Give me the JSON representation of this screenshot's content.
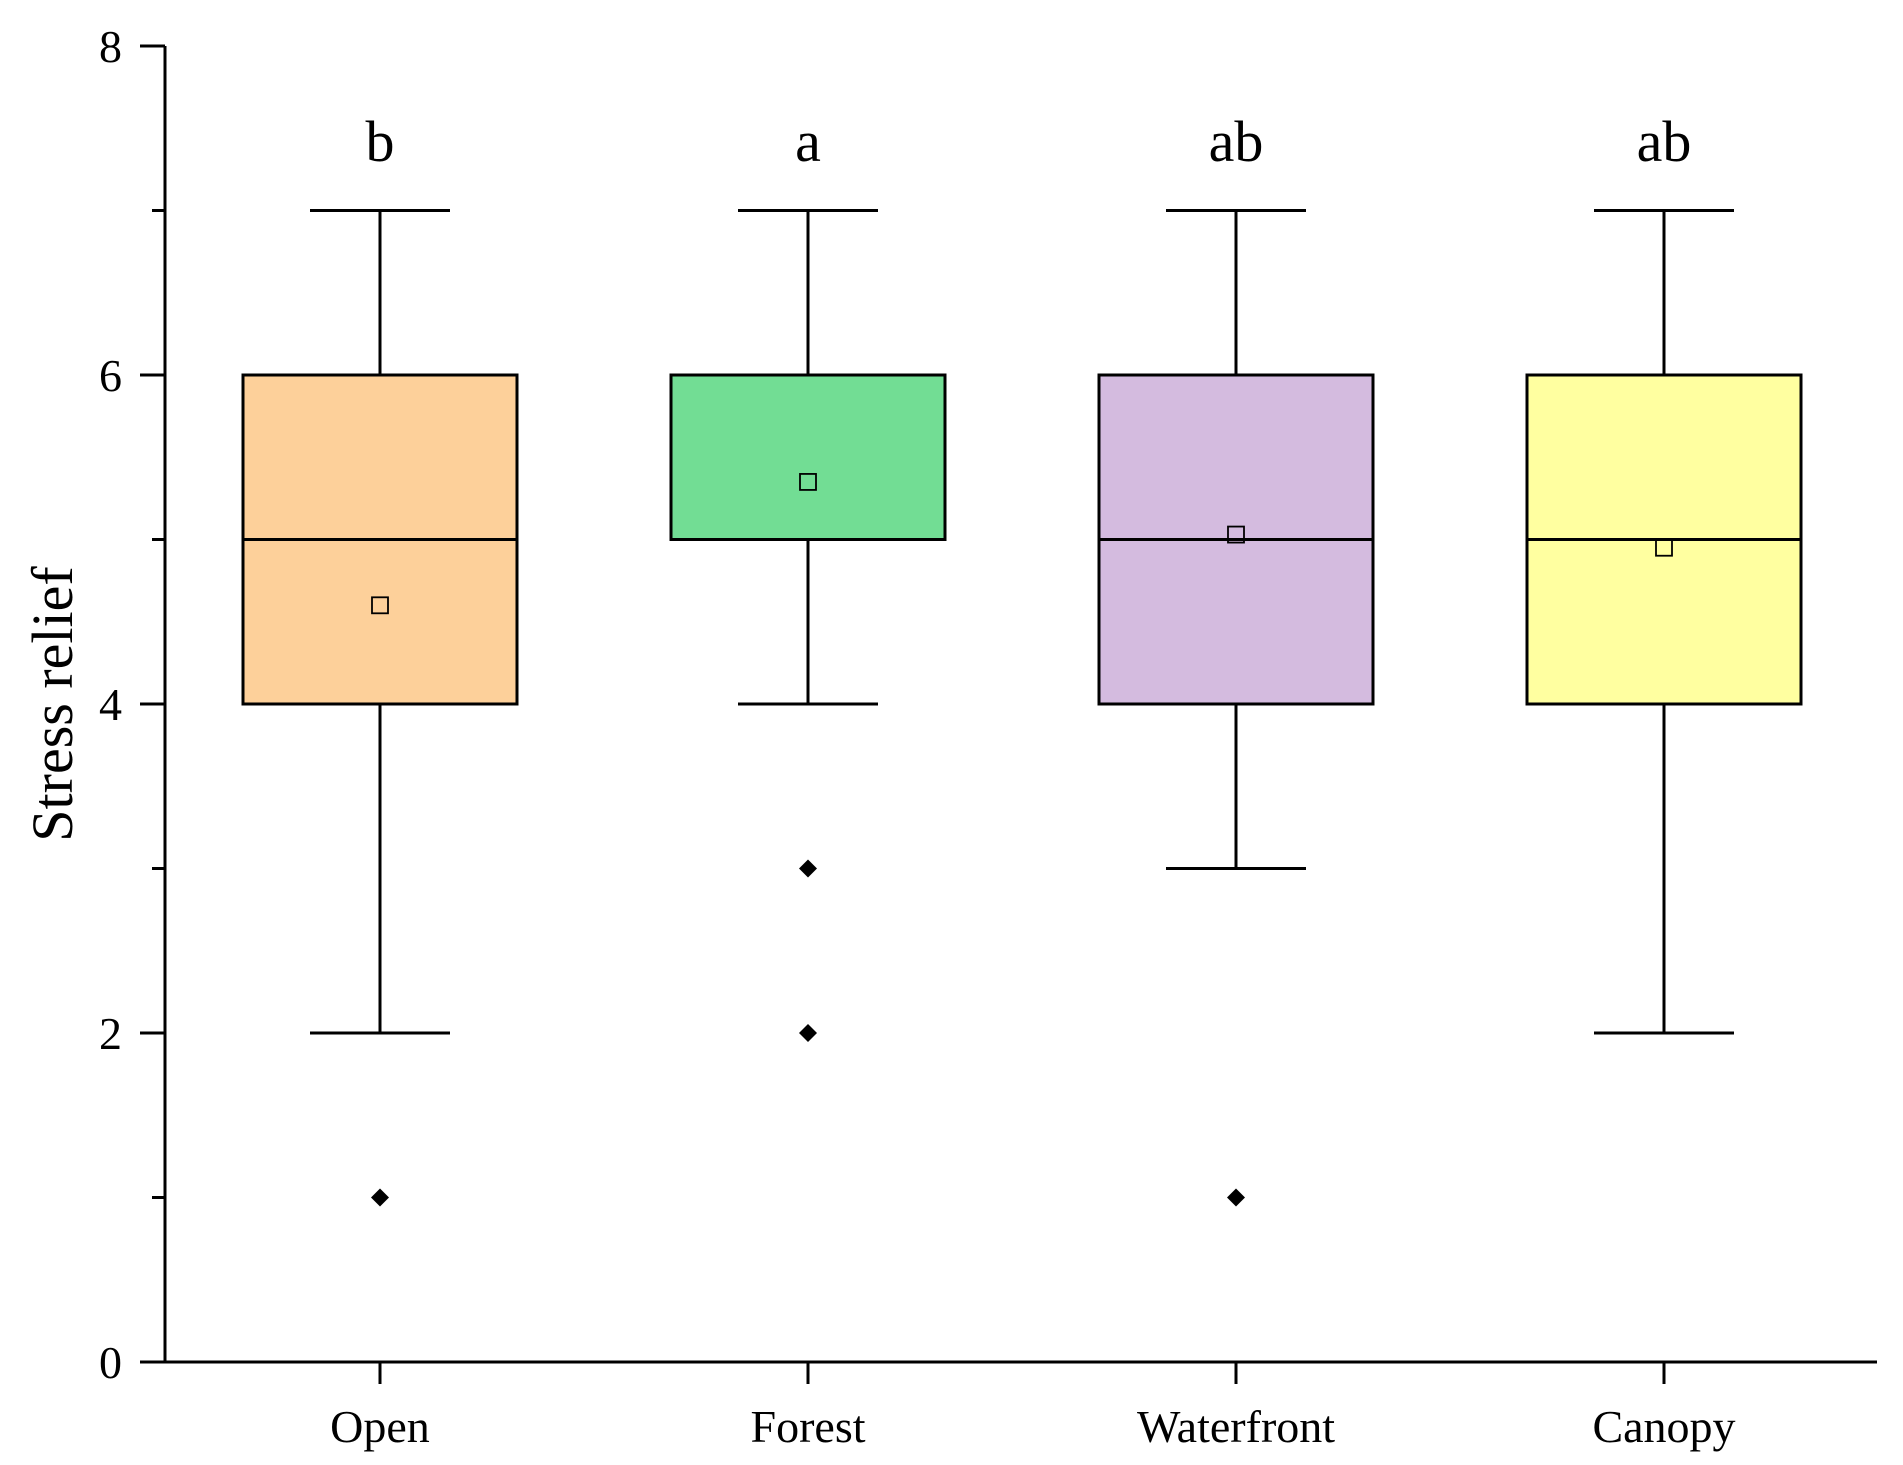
{
  "chart_data": {
    "type": "box",
    "ylabel": "Stress relief",
    "xlabel": "",
    "ylim": [
      0,
      8
    ],
    "yticks": [
      "0",
      "2",
      "4",
      "6",
      "8"
    ],
    "grid": false,
    "categories": [
      "Open",
      "Forest",
      "Waterfront",
      "Canopy"
    ],
    "boxes": [
      {
        "category": "Open",
        "color": "#FDD09A",
        "min": 2,
        "q1": 4,
        "median": 5,
        "q3": 6,
        "max": 7,
        "mean": 4.6,
        "outliers": [
          1
        ],
        "significance": "b"
      },
      {
        "category": "Forest",
        "color": "#72DD94",
        "min": 4,
        "q1": 5,
        "median": 5,
        "q3": 6,
        "max": 7,
        "mean": 5.35,
        "outliers": [
          3,
          2
        ],
        "significance": "a"
      },
      {
        "category": "Waterfront",
        "color": "#D4BBDF",
        "min": 3,
        "q1": 4,
        "median": 5,
        "q3": 6,
        "max": 7,
        "mean": 5.03,
        "outliers": [
          1
        ],
        "significance": "ab"
      },
      {
        "category": "Canopy",
        "color": "#FFFFA0",
        "min": 2,
        "q1": 4,
        "median": 5,
        "q3": 6,
        "max": 7,
        "mean": 4.95,
        "outliers": [],
        "significance": "ab"
      }
    ]
  }
}
